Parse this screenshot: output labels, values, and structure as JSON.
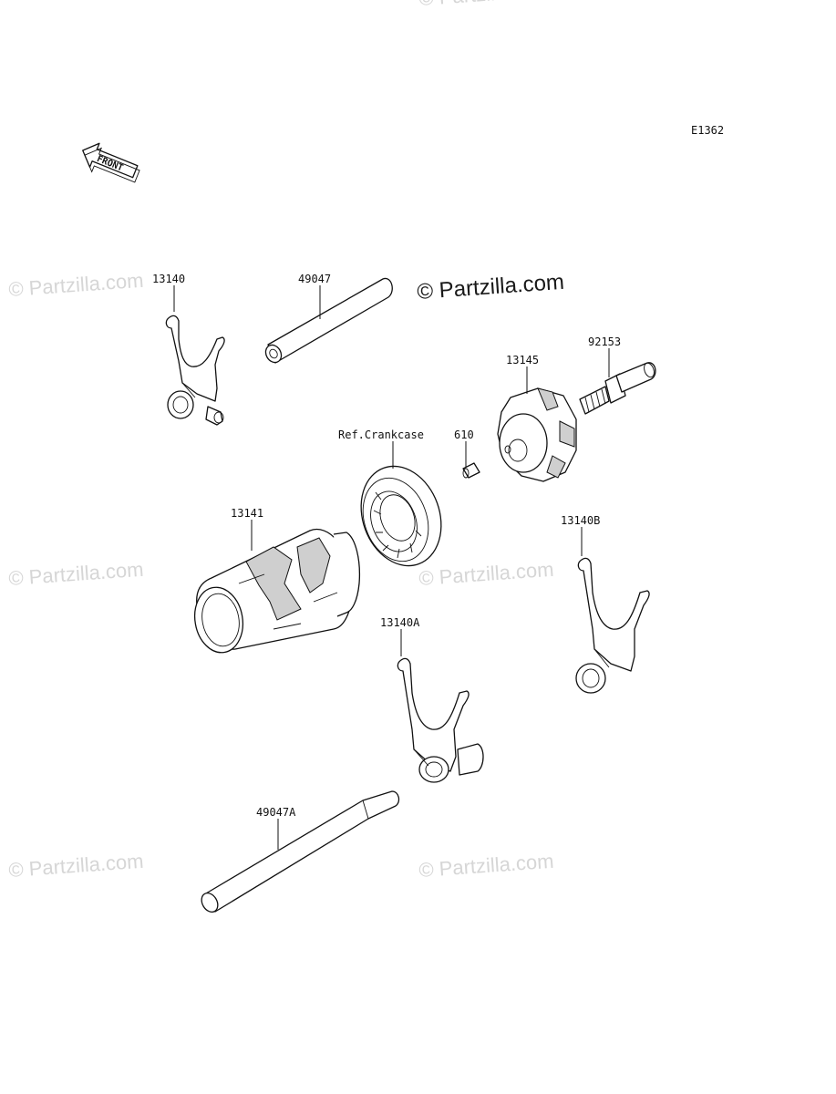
{
  "diagram": {
    "code": "E1362",
    "front_label": "FRONT",
    "main_watermark": "© Partzilla.com",
    "faint_watermark": "© Partzilla.com",
    "parts": [
      {
        "id": "13140",
        "label": "13140"
      },
      {
        "id": "49047",
        "label": "49047"
      },
      {
        "id": "92153",
        "label": "92153"
      },
      {
        "id": "13145",
        "label": "13145"
      },
      {
        "id": "ref-crankcase",
        "label": "Ref.Crankcase"
      },
      {
        "id": "610",
        "label": "610"
      },
      {
        "id": "13141",
        "label": "13141"
      },
      {
        "id": "13140B",
        "label": "13140B"
      },
      {
        "id": "13140A",
        "label": "13140A"
      },
      {
        "id": "49047A",
        "label": "49047A"
      }
    ]
  }
}
